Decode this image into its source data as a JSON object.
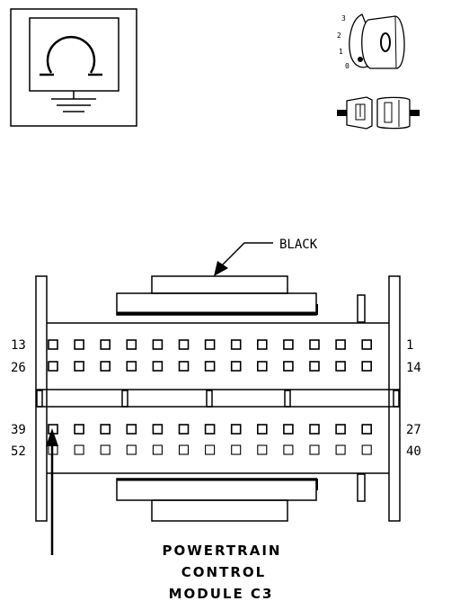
{
  "wire_color_label": "BLACK",
  "pin_labels": {
    "row1_left": "13",
    "row1_right": "1",
    "row2_left": "26",
    "row2_right": "14",
    "row3_left": "39",
    "row3_right": "27",
    "row4_left": "52",
    "row4_right": "40"
  },
  "key_positions": [
    "3",
    "2",
    "1",
    "0"
  ],
  "title_lines": [
    "POWERTRAIN",
    "CONTROL",
    "MODULE C3"
  ],
  "icons": [
    "ground-symbol-icon",
    "ignition-key-icon",
    "connector-icon"
  ]
}
